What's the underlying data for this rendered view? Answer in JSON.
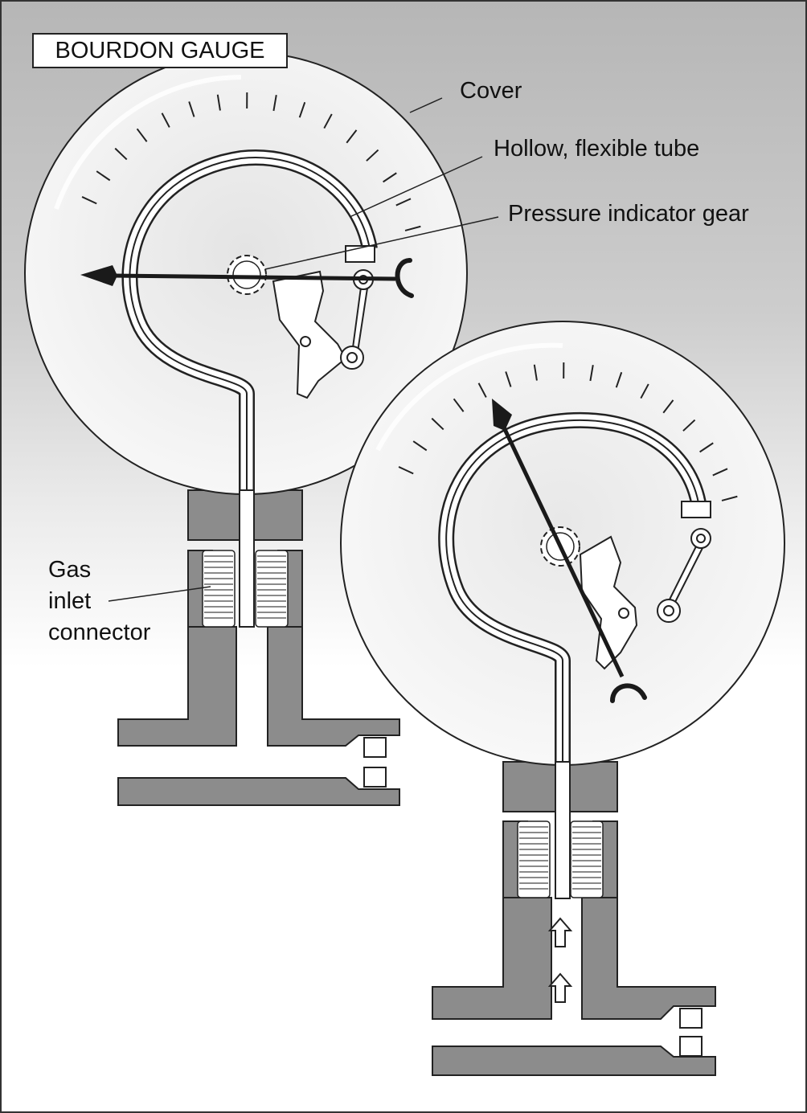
{
  "title": "BOURDON GAUGE",
  "labels": {
    "cover": "Cover",
    "tube": "Hollow, flexible tube",
    "gear": "Pressure indicator gear",
    "inlet_line1": "Gas",
    "inlet_line2": "inlet",
    "inlet_line3": "connector"
  },
  "colors": {
    "background_top": "#b8b8b8",
    "background_bottom": "#ffffff",
    "metal": "#8c8c8c",
    "outline": "#222222",
    "needle": "#1a1a1a"
  },
  "gauges": [
    {
      "name": "gauge-at-rest"
    },
    {
      "name": "gauge-under-pressure"
    }
  ]
}
